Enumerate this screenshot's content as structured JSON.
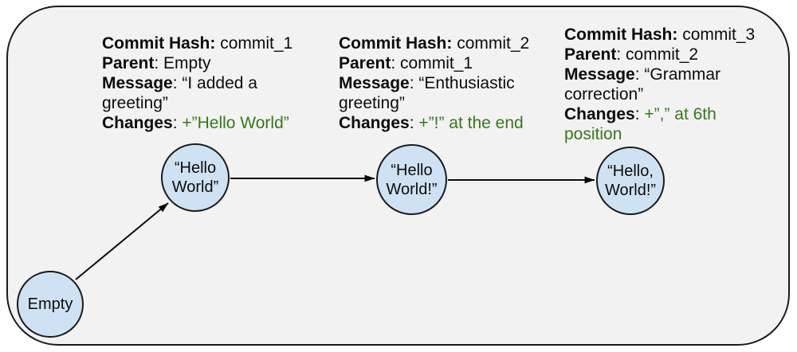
{
  "diagram": {
    "title": "git-commit-history-diagram",
    "colors": {
      "frame_bg": "#f2f2f2",
      "node_fill": "#cfe2f3",
      "node_border": "#1b1b1b",
      "green": "#38761d",
      "text": "#0c0c0c"
    }
  },
  "nodes": [
    {
      "id": "empty",
      "label": "Empty"
    },
    {
      "id": "commit_1",
      "label": "“Hello\nWorld”"
    },
    {
      "id": "commit_2",
      "label": "“Hello\nWorld!”"
    },
    {
      "id": "commit_3",
      "label": "“Hello,\nWorld!”"
    }
  ],
  "edges": [
    {
      "from": "empty",
      "to": "commit_1"
    },
    {
      "from": "commit_1",
      "to": "commit_2"
    },
    {
      "from": "commit_2",
      "to": "commit_3"
    }
  ],
  "annotations": [
    {
      "id": "commit_1",
      "segments": [
        {
          "t": "Commit Hash:",
          "s": "b"
        },
        {
          "t": " commit_1\n",
          "s": "n"
        },
        {
          "t": "Parent",
          "s": "b"
        },
        {
          "t": ": Empty\n",
          "s": "n"
        },
        {
          "t": "Message",
          "s": "b"
        },
        {
          "t": ": “I added a\ngreeting”\n",
          "s": "n"
        },
        {
          "t": "Changes",
          "s": "b"
        },
        {
          "t": ": ",
          "s": "n"
        },
        {
          "t": "+”Hello World”",
          "s": "g"
        }
      ]
    },
    {
      "id": "commit_2",
      "segments": [
        {
          "t": "Commit Hash:",
          "s": "b"
        },
        {
          "t": " commit_2\n",
          "s": "n"
        },
        {
          "t": "Parent",
          "s": "b"
        },
        {
          "t": ": commit_1\n",
          "s": "n"
        },
        {
          "t": "Message",
          "s": "b"
        },
        {
          "t": ": “Enthusiastic\ngreeting”\n",
          "s": "n"
        },
        {
          "t": "Changes",
          "s": "b"
        },
        {
          "t": ": ",
          "s": "n"
        },
        {
          "t": "+”!” at the end",
          "s": "g"
        }
      ]
    },
    {
      "id": "commit_3",
      "segments": [
        {
          "t": "Commit Hash:",
          "s": "b"
        },
        {
          "t": " commit_3\n",
          "s": "n"
        },
        {
          "t": "Parent",
          "s": "b"
        },
        {
          "t": ": commit_2\n",
          "s": "n"
        },
        {
          "t": "Message",
          "s": "b"
        },
        {
          "t": ": “Grammar\ncorrection”\n",
          "s": "n"
        },
        {
          "t": "Changes",
          "s": "b"
        },
        {
          "t": ": ",
          "s": "n"
        },
        {
          "t": "+”,” at 6th\nposition",
          "s": "g"
        }
      ]
    }
  ]
}
